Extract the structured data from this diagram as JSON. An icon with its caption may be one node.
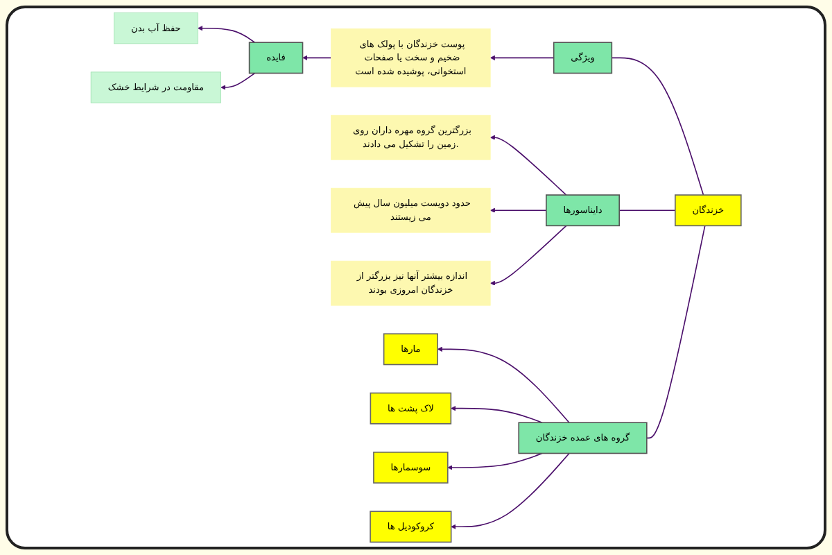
{
  "diagram": {
    "nodes": [
      {
        "text": [
          "خزندگان"
        ]
      },
      {
        "text": [
          "ویژگی"
        ]
      },
      {
        "text": [
          "پوست خزندگان با پولک های ضخیم و سخت یا صفحات استخوانی، پوشیده شده است"
        ]
      },
      {
        "text": [
          "فایده"
        ]
      },
      {
        "text": [
          "حفظ آب بدن"
        ]
      },
      {
        "text": [
          "مقاومت در شرایط خشک"
        ]
      },
      {
        "text": [
          "دایناسورها"
        ]
      },
      {
        "text": [
          "بزرگترین گروه مهره داران روی زمین را تشکیل می دادند."
        ]
      },
      {
        "text": [
          "حدود دویست میلیون سال پیش می زیستند"
        ]
      },
      {
        "text": [
          "اندازه بیشتر آنها نیز بزرگتر از خزندگان امروزی بودند"
        ]
      },
      {
        "text": [
          "گروه های عمده خزندگان"
        ]
      },
      {
        "text": [
          "مارها"
        ]
      },
      {
        "text": [
          "لاک پشت ها"
        ]
      },
      {
        "text": [
          "سوسمارها"
        ]
      },
      {
        "text": [
          "کروکودیل ها"
        ]
      }
    ],
    "edges": [
      {
        "from": 0,
        "to": 1,
        "arrow": "none"
      },
      {
        "from": 0,
        "to": 6,
        "arrow": "none"
      },
      {
        "from": 0,
        "to": 10,
        "arrow": "none"
      },
      {
        "from": 1,
        "to": 2,
        "arrow": "to"
      },
      {
        "from": 2,
        "to": 3,
        "arrow": "to"
      },
      {
        "from": 3,
        "to": 4,
        "arrow": "to"
      },
      {
        "from": 3,
        "to": 5,
        "arrow": "to"
      },
      {
        "from": 6,
        "to": 7,
        "arrow": "to"
      },
      {
        "from": 6,
        "to": 8,
        "arrow": "to"
      },
      {
        "from": 6,
        "to": 9,
        "arrow": "to"
      },
      {
        "from": 10,
        "to": 11,
        "arrow": "to"
      },
      {
        "from": 10,
        "to": 12,
        "arrow": "to"
      },
      {
        "from": 10,
        "to": 13,
        "arrow": "to"
      },
      {
        "from": 10,
        "to": 14,
        "arrow": "to"
      }
    ]
  }
}
